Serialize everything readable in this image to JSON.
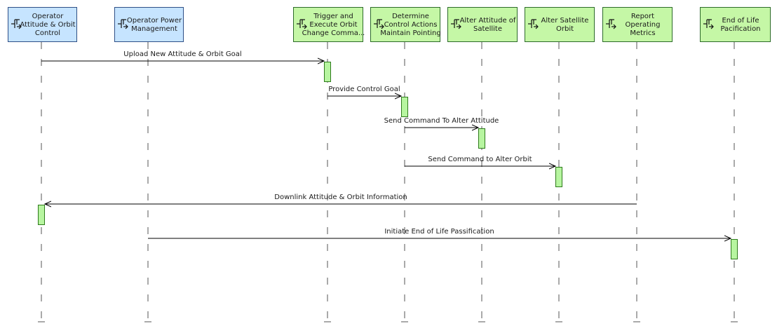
{
  "participants": [
    {
      "id": "p0",
      "lines": [
        "Operator",
        "Attitude & Orbit",
        "Control"
      ],
      "fill": "#c6e4ff",
      "stroke": "#2e4f86",
      "text_color": "#1a1a1a",
      "icon": "function-icon"
    },
    {
      "id": "p1",
      "lines": [
        "Operator Power",
        "Management"
      ],
      "fill": "#c6e4ff",
      "stroke": "#2e4f86",
      "text_color": "#1a1a1a",
      "icon": "function-icon"
    },
    {
      "id": "p2",
      "lines": [
        "Trigger and",
        "Execute Orbit",
        "Change Comma..."
      ],
      "fill": "#c5f7a6",
      "stroke": "#2d6b2a",
      "text_color": "#1a1a1a",
      "icon": "function-icon"
    },
    {
      "id": "p3",
      "lines": [
        "Determine",
        "Control Actions",
        "Maintain Pointing"
      ],
      "fill": "#c5f7a6",
      "stroke": "#2d6b2a",
      "text_color": "#1a1a1a",
      "icon": "function-icon"
    },
    {
      "id": "p4",
      "lines": [
        "Alter Attitude of",
        "Satellite"
      ],
      "fill": "#c5f7a6",
      "stroke": "#2d6b2a",
      "text_color": "#1f7a1f",
      "icon": "function-icon"
    },
    {
      "id": "p5",
      "lines": [
        "Alter Satellite",
        "Orbit"
      ],
      "fill": "#c5f7a6",
      "stroke": "#2d6b2a",
      "text_color": "#1f7a1f",
      "icon": "function-icon"
    },
    {
      "id": "p6",
      "lines": [
        "Report",
        "Operating",
        "Metrics"
      ],
      "fill": "#c5f7a6",
      "stroke": "#2d6b2a",
      "text_color": "#1a1a1a",
      "icon": "function-icon"
    },
    {
      "id": "p7",
      "lines": [
        "End of Life",
        "Pacification"
      ],
      "fill": "#c5f7a6",
      "stroke": "#2d6b2a",
      "text_color": "#1f7a1f",
      "icon": "function-icon"
    }
  ],
  "messages": [
    {
      "from": 0,
      "to": 2,
      "label": "Upload New Attitude & Orbit Goal"
    },
    {
      "from": 2,
      "to": 3,
      "label": "Provide Control Goal"
    },
    {
      "from": 3,
      "to": 4,
      "label": "Send Command To Alter Attitude"
    },
    {
      "from": 3,
      "to": 5,
      "label": "Send Command to Alter Orbit"
    },
    {
      "from": 6,
      "to": 0,
      "label": "Downlink Attitude & Orbit Information"
    },
    {
      "from": 1,
      "to": 7,
      "label": "Initiate End of Life Passification"
    }
  ],
  "colors": {
    "activation_fill": "#b7f5a0",
    "activation_stroke": "#2d7a1a",
    "lifeline": "#555555",
    "arrow": "#000000"
  }
}
